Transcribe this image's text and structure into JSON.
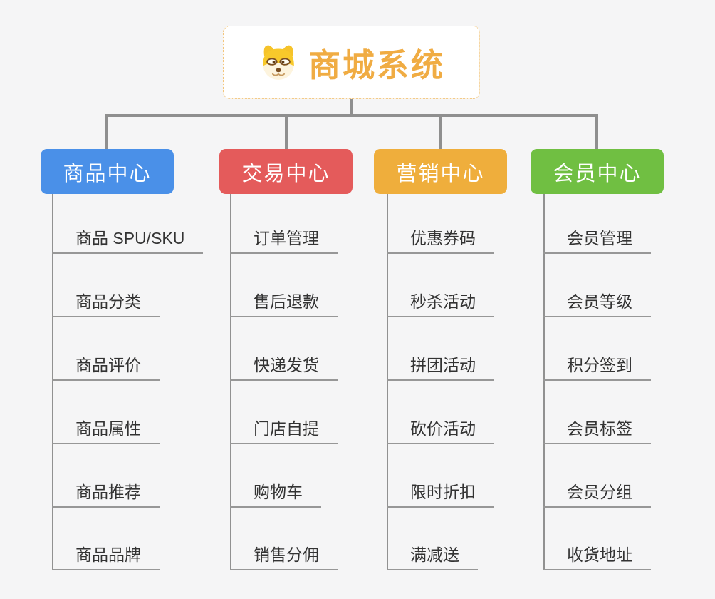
{
  "root": {
    "title": "商城系统",
    "icon": "doge-icon"
  },
  "colors": {
    "background": "#f5f5f6",
    "connector_gray": "#8f8f8f",
    "root_title": "#f0ac43",
    "root_border": "#f0bd6a",
    "leaf_text": "#333333"
  },
  "branches": [
    {
      "label": "商品中心",
      "color": "#4a90e8",
      "items": [
        "商品 SPU/SKU",
        "商品分类",
        "商品评价",
        "商品属性",
        "商品推荐",
        "商品品牌"
      ]
    },
    {
      "label": "交易中心",
      "color": "#e45b5b",
      "items": [
        "订单管理",
        "售后退款",
        "快递发货",
        "门店自提",
        "购物车",
        "销售分佣"
      ]
    },
    {
      "label": "营销中心",
      "color": "#efae3c",
      "items": [
        "优惠券码",
        "秒杀活动",
        "拼团活动",
        "砍价活动",
        "限时折扣",
        "满减送"
      ]
    },
    {
      "label": "会员中心",
      "color": "#70bf42",
      "items": [
        "会员管理",
        "会员等级",
        "积分签到",
        "会员标签",
        "会员分组",
        "收货地址"
      ]
    }
  ]
}
